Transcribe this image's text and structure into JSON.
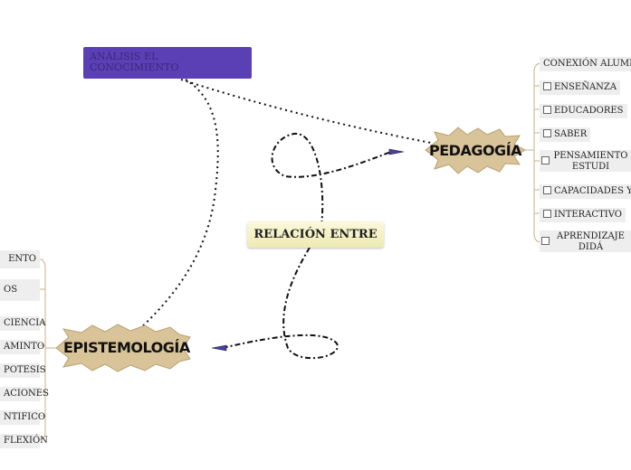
{
  "top_node": {
    "text": "ANÁLISIS EL CONOCIMIENTO"
  },
  "center_node": {
    "text": "RELACIÓN ENTRE"
  },
  "pedagogia": {
    "title": "PEDAGOGÍA",
    "items": [
      {
        "label": "CONEXIÓN ALUMNO"
      },
      {
        "label": "ENSEÑANZA"
      },
      {
        "label": "EDUCADORES"
      },
      {
        "label": "SABER"
      },
      {
        "label": "PENSAMIENTO ESTUDI"
      },
      {
        "label": "CAPACIDADES Y H"
      },
      {
        "label": "INTERACTIVO"
      },
      {
        "label": "APRENDIZAJE DIDÁ"
      }
    ]
  },
  "epistemologia": {
    "title": "EPISTEMOLOGÍA",
    "items": [
      {
        "label": "ENTO"
      },
      {
        "label": "OS"
      },
      {
        "label": "CIENCIA"
      },
      {
        "label": "AMINTO"
      },
      {
        "label": "POTESIS"
      },
      {
        "label": "ACIONES"
      },
      {
        "label": "NTIFICO"
      },
      {
        "label": "FLEXIÓN"
      }
    ]
  },
  "colors": {
    "purple": "#5b3fb5",
    "star": "#d9c49a",
    "arrow": "#4a3fa8"
  }
}
